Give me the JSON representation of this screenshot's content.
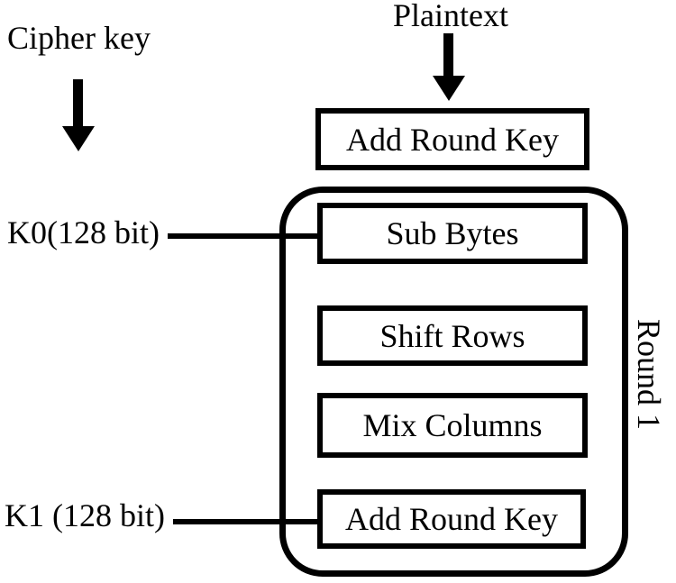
{
  "labels": {
    "cipher_key": "Cipher key",
    "plaintext": "Plaintext"
  },
  "initial_step": {
    "label": "Add Round Key"
  },
  "round1": {
    "label": "Round 1",
    "steps": [
      {
        "label": "Sub Bytes"
      },
      {
        "label": "Shift Rows"
      },
      {
        "label": "Mix Columns"
      },
      {
        "label": "Add Round Key"
      }
    ]
  },
  "keys": [
    {
      "label": "K0(128 bit)"
    },
    {
      "label": "K1 (128 bit)"
    }
  ],
  "colors": {
    "ink": "#000000",
    "background": "#ffffff"
  }
}
